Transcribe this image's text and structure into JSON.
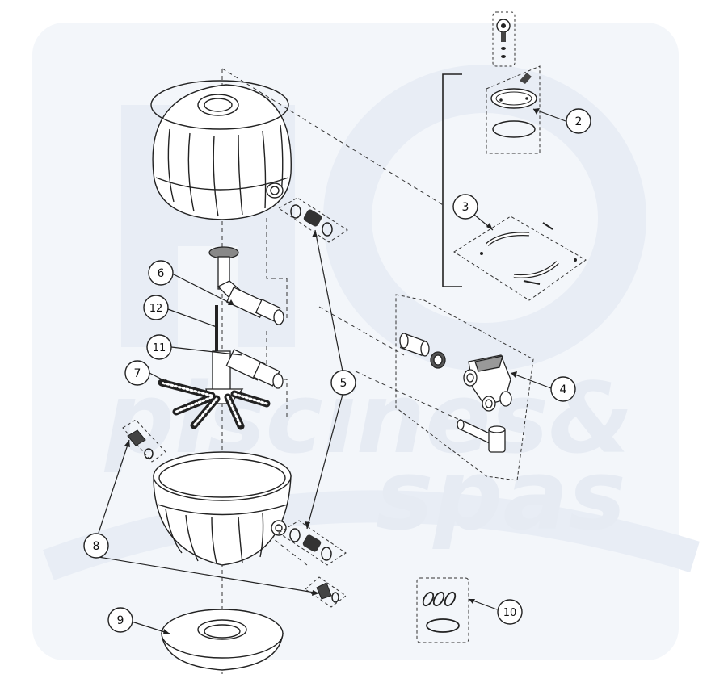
{
  "colors": {
    "line": "#222222",
    "watermark": "#e9edf5",
    "watermark_text": "#dfe5ef",
    "background": "#ffffff"
  },
  "watermark": {
    "line1": "piscines&",
    "line2": "spas"
  },
  "callouts": [
    {
      "id": "2",
      "label": "2"
    },
    {
      "id": "3",
      "label": "3"
    },
    {
      "id": "4",
      "label": "4"
    },
    {
      "id": "5",
      "label": "5"
    },
    {
      "id": "6",
      "label": "6"
    },
    {
      "id": "7",
      "label": "7"
    },
    {
      "id": "8",
      "label": "8"
    },
    {
      "id": "9",
      "label": "9"
    },
    {
      "id": "10",
      "label": "10"
    },
    {
      "id": "11",
      "label": "11"
    },
    {
      "id": "12",
      "label": "12"
    }
  ]
}
